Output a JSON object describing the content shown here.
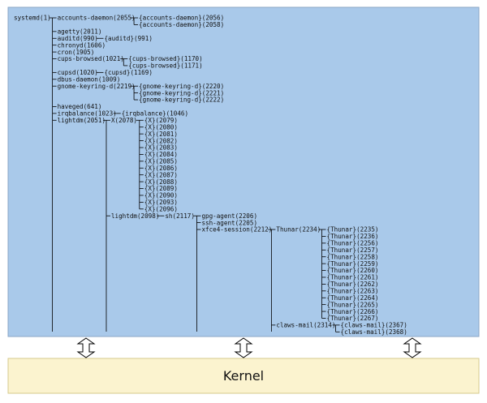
{
  "colors": {
    "userspace_fill": "#a9c9ea",
    "userspace_stroke": "#8aa6c6",
    "kernel_fill": "#fbf3cf",
    "kernel_stroke": "#d6c98d",
    "line": "#000000",
    "arrow_fill": "#ffffff"
  },
  "kernel": {
    "label": "Kernel"
  },
  "arrow_icon": "double-headed-vertical-arrow",
  "tree": {
    "label": "systemd(1)",
    "children": [
      {
        "label": "accounts-daemon(2055)",
        "children": [
          {
            "label": "{accounts-daemon}(2056)"
          },
          {
            "label": "{accounts-daemon}(2058)"
          }
        ]
      },
      {
        "label": "agetty(2011)"
      },
      {
        "label": "auditd(990)",
        "children": [
          {
            "label": "{auditd}(991)"
          }
        ]
      },
      {
        "label": "chronyd(1606)"
      },
      {
        "label": "cron(1905)"
      },
      {
        "label": "cups-browsed(1021)",
        "children": [
          {
            "label": "{cups-browsed}(1170)"
          },
          {
            "label": "{cups-browsed}(1171)"
          }
        ]
      },
      {
        "label": "cupsd(1020)",
        "children": [
          {
            "label": "{cupsd}(1169)"
          }
        ]
      },
      {
        "label": "dbus-daemon(1009)"
      },
      {
        "label": "gnome-keyring-d(2219)",
        "children": [
          {
            "label": "{gnome-keyring-d}(2220)"
          },
          {
            "label": "{gnome-keyring-d}(2221)"
          },
          {
            "label": "{gnome-keyring-d}(2222)"
          }
        ]
      },
      {
        "label": "haveged(641)"
      },
      {
        "label": "irqbalance(1023)",
        "children": [
          {
            "label": "{irqbalance}(1046)"
          }
        ]
      },
      {
        "label": "lightdm(2051)",
        "children": [
          {
            "label": "X(2078)",
            "children": [
              {
                "label": "{X}(2079)"
              },
              {
                "label": "{X}(2080)"
              },
              {
                "label": "{X}(2081)"
              },
              {
                "label": "{X}(2082)"
              },
              {
                "label": "{X}(2083)"
              },
              {
                "label": "{X}(2084)"
              },
              {
                "label": "{X}(2085)"
              },
              {
                "label": "{X}(2086)"
              },
              {
                "label": "{X}(2087)"
              },
              {
                "label": "{X}(2088)"
              },
              {
                "label": "{X}(2089)"
              },
              {
                "label": "{X}(2090)"
              },
              {
                "label": "{X}(2093)"
              },
              {
                "label": "{X}(2096)"
              }
            ]
          },
          {
            "label": "lightdm(2098)",
            "children": [
              {
                "label": "sh(2117)",
                "children": [
                  {
                    "label": "gpg-agent(2206)"
                  },
                  {
                    "label": "ssh-agent(2205)"
                  },
                  {
                    "label": "xfce4-session(2212)",
                    "children": [
                      {
                        "label": "Thunar(2234)",
                        "children": [
                          {
                            "label": "{Thunar}(2235)"
                          },
                          {
                            "label": "{Thunar}(2236)"
                          },
                          {
                            "label": "{Thunar}(2256)"
                          },
                          {
                            "label": "{Thunar}(2257)"
                          },
                          {
                            "label": "{Thunar}(2258)"
                          },
                          {
                            "label": "{Thunar}(2259)"
                          },
                          {
                            "label": "{Thunar}(2260)"
                          },
                          {
                            "label": "{Thunar}(2261)"
                          },
                          {
                            "label": "{Thunar}(2262)"
                          },
                          {
                            "label": "{Thunar}(2263)"
                          },
                          {
                            "label": "{Thunar}(2264)"
                          },
                          {
                            "label": "{Thunar}(2265)"
                          },
                          {
                            "label": "{Thunar}(2266)"
                          },
                          {
                            "label": "{Thunar}(2267)"
                          }
                        ]
                      },
                      {
                        "label": "claws-mail(2314)",
                        "children": [
                          {
                            "label": "{claws-mail}(2367)"
                          },
                          {
                            "label": "{claws-mail}(2368)"
                          }
                        ]
                      }
                    ]
                  }
                ]
              }
            ]
          }
        ]
      }
    ]
  }
}
